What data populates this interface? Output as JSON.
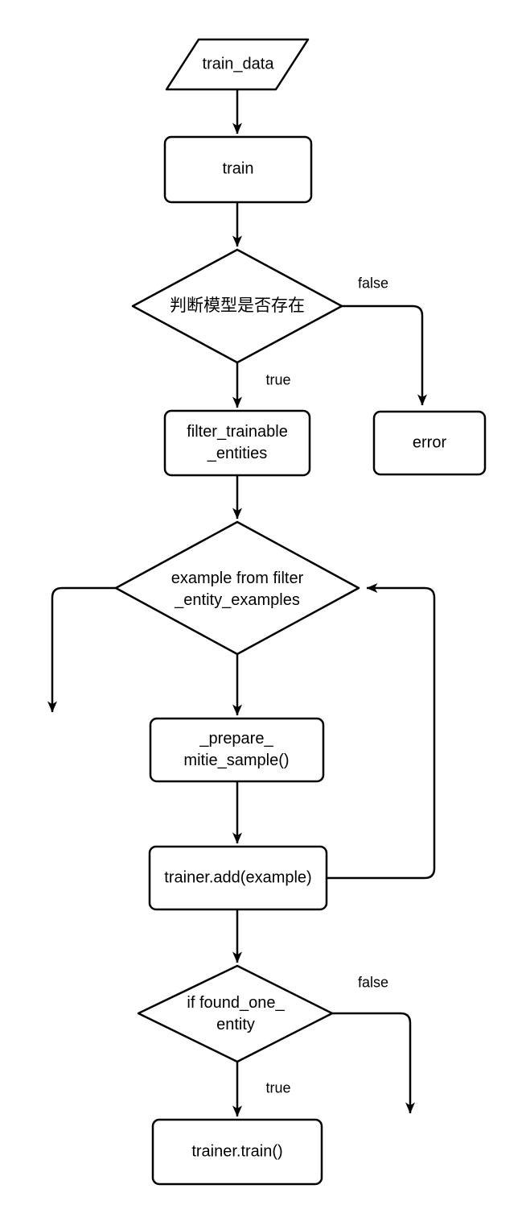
{
  "diagram": {
    "type": "flowchart",
    "background_color": "#ffffff",
    "stroke_color": "#000000",
    "nodes": {
      "train_data": {
        "shape": "parallelogram",
        "label": "train_data"
      },
      "train": {
        "shape": "process",
        "label": "train"
      },
      "model_exists": {
        "shape": "decision",
        "label": "判断模型是否存在"
      },
      "filter_trainable_entities": {
        "shape": "process",
        "label": "filter_trainable\n_entities"
      },
      "error": {
        "shape": "process",
        "label": "error"
      },
      "example_from_filter": {
        "shape": "decision",
        "label": "example from filter\n_entity_examples"
      },
      "prepare_mitie_sample": {
        "shape": "process",
        "label": "_prepare_\nmitie_sample()"
      },
      "trainer_add": {
        "shape": "process",
        "label": "trainer.add(example)"
      },
      "if_found_one_entity": {
        "shape": "decision",
        "label": "if found_one_\nentity"
      },
      "trainer_train": {
        "shape": "process",
        "label": "trainer.train()"
      }
    },
    "edge_labels": {
      "model_exists_false": "false",
      "model_exists_true": "true",
      "found_one_entity_false": "false",
      "found_one_entity_true": "true"
    }
  }
}
